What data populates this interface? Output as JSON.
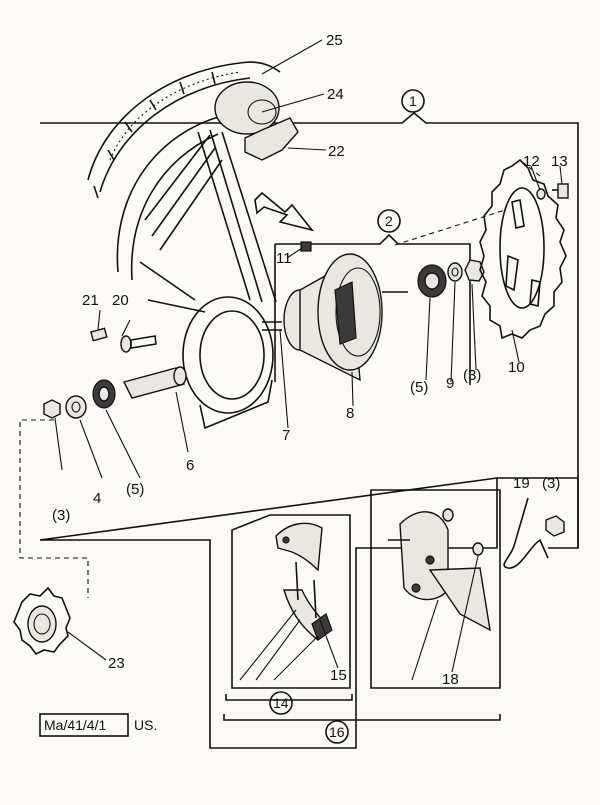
{
  "reference": {
    "code": "Ma/41/4/1",
    "suffix": "US."
  },
  "callouts": {
    "c1": "1",
    "c2": "2",
    "c3a": "(3)",
    "c3b": "(3)",
    "c3c": "(3)",
    "c4": "4",
    "c5a": "(5)",
    "c5b": "(5)",
    "c6": "6",
    "c7": "7",
    "c8": "8",
    "c9": "9",
    "c10": "10",
    "c11": "11",
    "c12": "12",
    "c13": "13",
    "c14": "14",
    "c15": "15",
    "c16": "16",
    "c18": "18",
    "c19": "19",
    "c20": "20",
    "c21": "21",
    "c22": "22",
    "c23": "23",
    "c24": "24",
    "c25": "25"
  }
}
